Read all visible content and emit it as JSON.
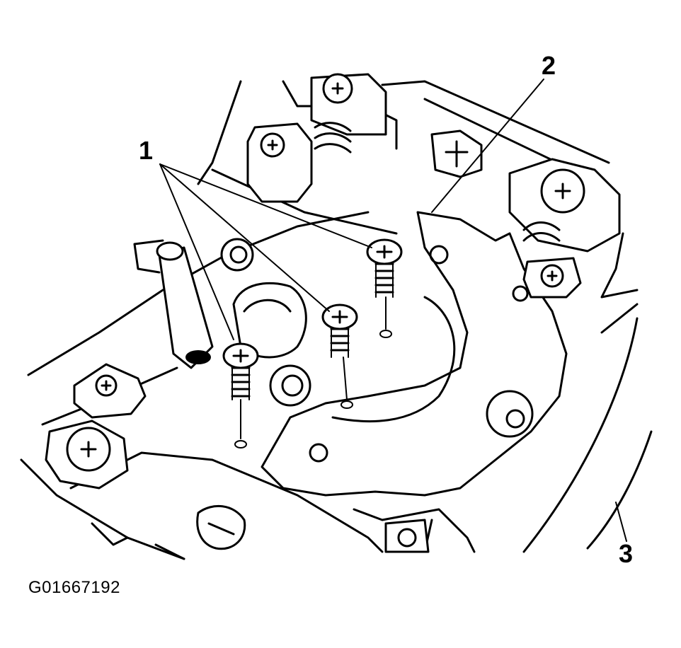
{
  "callouts": [
    {
      "label": "1"
    },
    {
      "label": "2"
    },
    {
      "label": "3"
    }
  ],
  "figure_id": "G01667192"
}
